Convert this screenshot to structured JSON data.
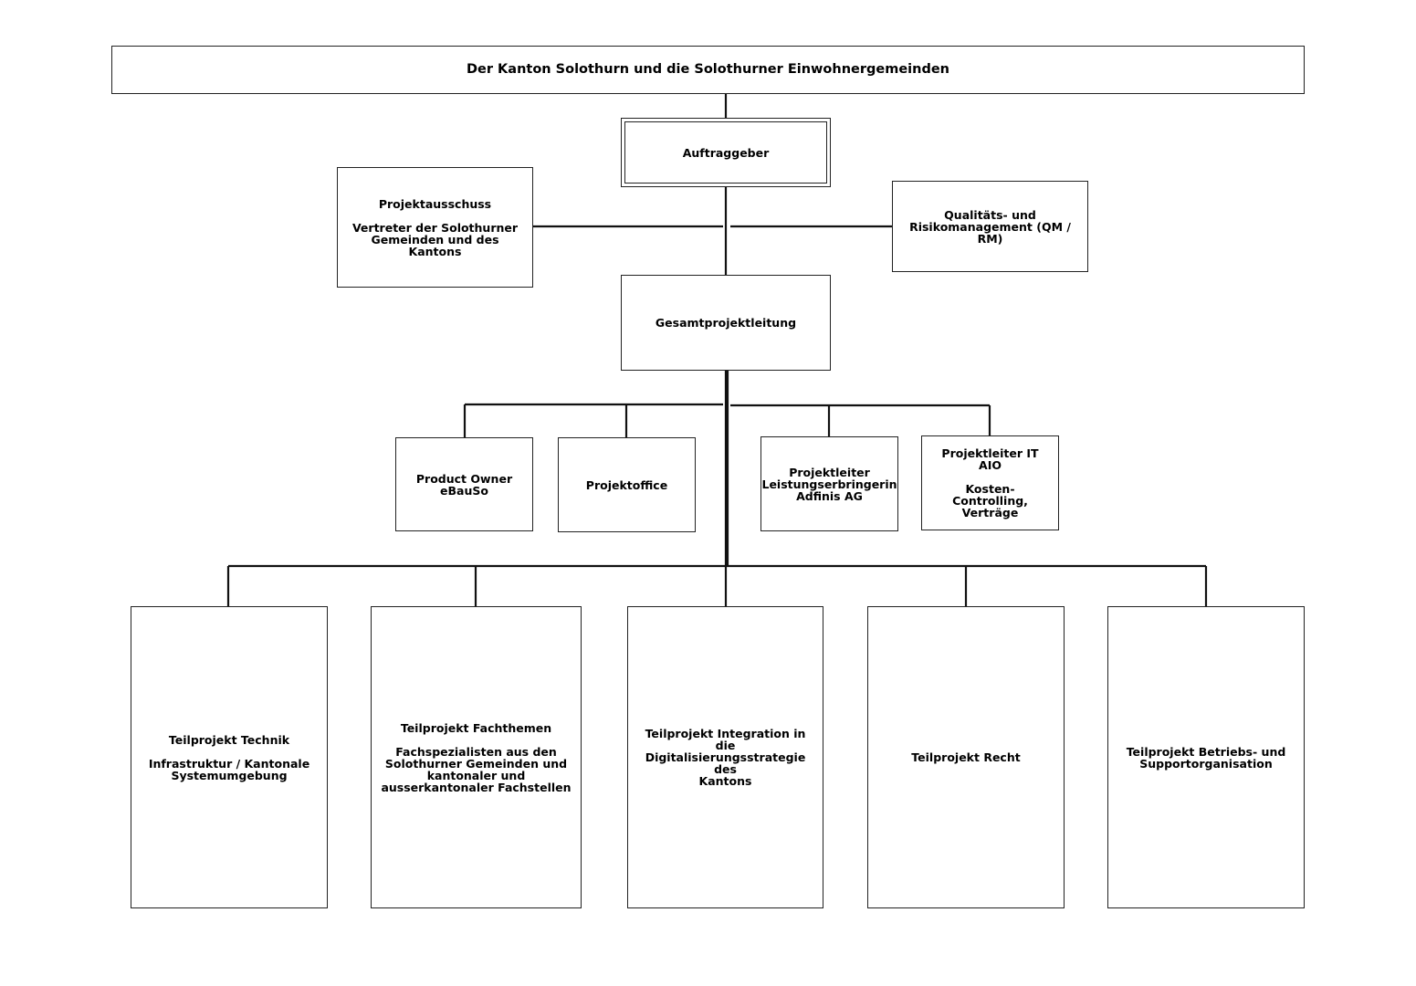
{
  "header": {
    "title": "Der Kanton Solothurn und die Solothurner Einwohnergemeinden"
  },
  "auftraggeber": {
    "title": "Auftraggeber"
  },
  "projektausschuss": {
    "title": "Projektausschuss",
    "subtitle": "Vertreter der Solothurner\nGemeinden und des Kantons"
  },
  "qm_rm": {
    "title": "Qualitäts- und\nRisikomanagement (QM / RM)"
  },
  "gesamtprojektleitung": {
    "title": "Gesamtprojektleitung"
  },
  "staff": {
    "product_owner": {
      "title": "Product Owner\neBauSo"
    },
    "projektoffice": {
      "title": "Projektoffice"
    },
    "projektleiter_lb": {
      "title": "Projektleiter\nLeistungserbringerin\nAdfinis AG"
    },
    "projektleiter_it": {
      "title": "Projektleiter IT AIO",
      "subtitle": "Kosten-Controlling,\nVerträge"
    }
  },
  "teilprojekte": {
    "technik": {
      "title": "Teilprojekt Technik",
      "subtitle": "Infrastruktur / Kantonale\nSystemumgebung"
    },
    "fachthemen": {
      "title": "Teilprojekt Fachthemen",
      "subtitle": "Fachspezialisten aus den\nSolothurner Gemeinden und\nkantonaler und\nausserkantonaler Fachstellen"
    },
    "integration": {
      "title": "Teilprojekt Integration in die\nDigitalisierungsstrategie des\nKantons"
    },
    "recht": {
      "title": "Teilprojekt Recht"
    },
    "betrieb": {
      "title": "Teilprojekt Betriebs- und\nSupportorganisation"
    }
  }
}
